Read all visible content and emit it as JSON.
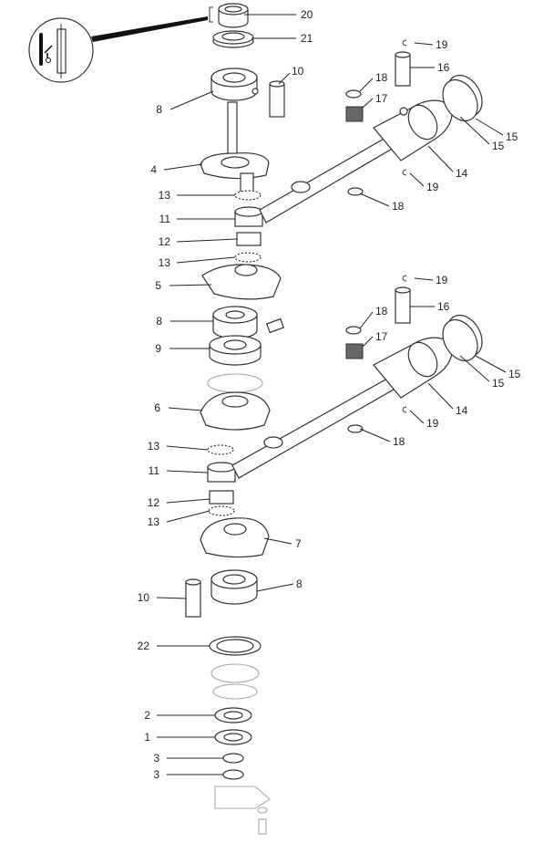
{
  "title": "Crankshaft and piston assembly exploded view",
  "inset_icon": "grease-pin-icon",
  "callouts": [
    "20",
    "21",
    "10",
    "8",
    "19",
    "16",
    "18",
    "17",
    "15",
    "15",
    "14",
    "19",
    "4",
    "13",
    "18",
    "11",
    "12",
    "13",
    "19",
    "16",
    "5",
    "18",
    "8",
    "17",
    "9",
    "15",
    "15",
    "14",
    "6",
    "19",
    "18",
    "13",
    "11",
    "12",
    "13",
    "7",
    "8",
    "10",
    "22",
    "2",
    "1",
    "3",
    "3"
  ]
}
